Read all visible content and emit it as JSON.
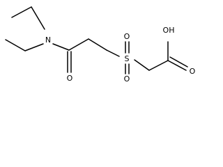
{
  "molecule": {
    "atoms": {
      "N": "N",
      "S": "S",
      "O_amide": "O",
      "O_sulfonyl_top": "O",
      "O_sulfonyl_bottom": "O",
      "O_carbonyl": "O",
      "OH": "OH"
    },
    "colors": {
      "bond": "#000000",
      "label": "#000000",
      "background": "#ffffff"
    }
  }
}
